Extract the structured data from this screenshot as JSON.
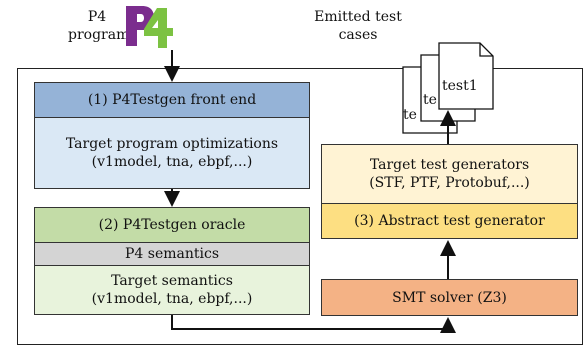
{
  "labels": {
    "p4_program_line1": "P4",
    "p4_program_line2": "program",
    "emitted_line1": "Emitted test",
    "emitted_line2": "cases"
  },
  "logo": {
    "icon": "p4-logo-icon",
    "colors": {
      "p": "#7b2d8e",
      "four": "#7cc242"
    }
  },
  "docs": {
    "front": "test1",
    "middle": "te",
    "back": "te"
  },
  "frontend": {
    "title": "(1) P4Testgen front end",
    "body_line1": "Target program optimizations",
    "body_line2": "(v1model, tna, ebpf,...)"
  },
  "oracle": {
    "title": "(2) P4Testgen oracle",
    "semantics": "P4 semantics",
    "target_line1": "Target semantics",
    "target_line2": "(v1model, tna, ebpf,...)"
  },
  "generators": {
    "target_line1": "Target test generators",
    "target_line2": "(STF, PTF, Protobuf,...)",
    "abstract": "(3) Abstract test generator"
  },
  "solver": {
    "label": "SMT solver (Z3)"
  },
  "colors": {
    "frontend_header": "#95b3d7",
    "frontend_body": "#dae8f5",
    "oracle_header": "#c3dca7",
    "p4_semantics": "#d4d4d4",
    "target_semantics": "#e8f3dc",
    "target_generators": "#fff3d4",
    "abstract_generator": "#fddf82",
    "smt_solver": "#f4b285"
  }
}
